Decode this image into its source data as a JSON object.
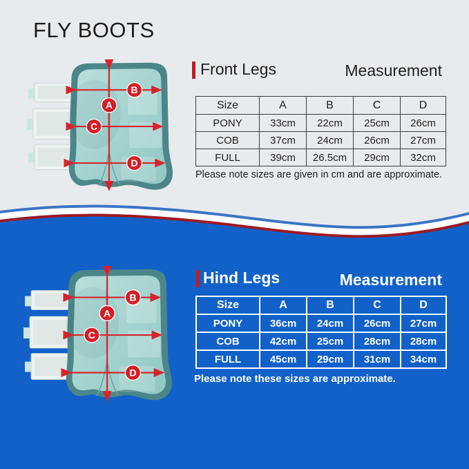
{
  "page_title": "FLY BOOTS",
  "colors": {
    "background_top": "#e8ebee",
    "background_bottom": "#1161c9",
    "accent_red_bar": "#c41a22",
    "arrow_red": "#d8232a",
    "wave_stripe_blue": "#3b74c5",
    "wave_stripe_red": "#9e1b24",
    "boot_binding_teal": "#4d8689",
    "boot_inner_teal": "#a5d5d2"
  },
  "diagram_labels": {
    "a": "A",
    "b": "B",
    "c": "C",
    "d": "D"
  },
  "front_section": {
    "heading": "Front Legs",
    "measurement_label": "Measurement",
    "note": "Please note sizes are given in cm and are approximate.",
    "table": {
      "headers": [
        "Size",
        "A",
        "B",
        "C",
        "D"
      ],
      "rows": [
        {
          "size": "PONY",
          "a": "33cm",
          "b": "22cm",
          "c": "25cm",
          "d": "26cm"
        },
        {
          "size": "COB",
          "a": "37cm",
          "b": "24cm",
          "c": "26cm",
          "d": "27cm"
        },
        {
          "size": "FULL",
          "a": "39cm",
          "b": "26.5cm",
          "c": "29cm",
          "d": "32cm"
        }
      ]
    }
  },
  "hind_section": {
    "heading": "Hind Legs",
    "measurement_label": "Measurement",
    "note": "Please note these sizes are approximate.",
    "table": {
      "headers": [
        "Size",
        "A",
        "B",
        "C",
        "D"
      ],
      "rows": [
        {
          "size": "PONY",
          "a": "36cm",
          "b": "24cm",
          "c": "26cm",
          "d": "27cm"
        },
        {
          "size": "COB",
          "a": "42cm",
          "b": "25cm",
          "c": "28cm",
          "d": "28cm"
        },
        {
          "size": "FULL",
          "a": "45cm",
          "b": "29cm",
          "c": "31cm",
          "d": "34cm"
        }
      ]
    }
  }
}
